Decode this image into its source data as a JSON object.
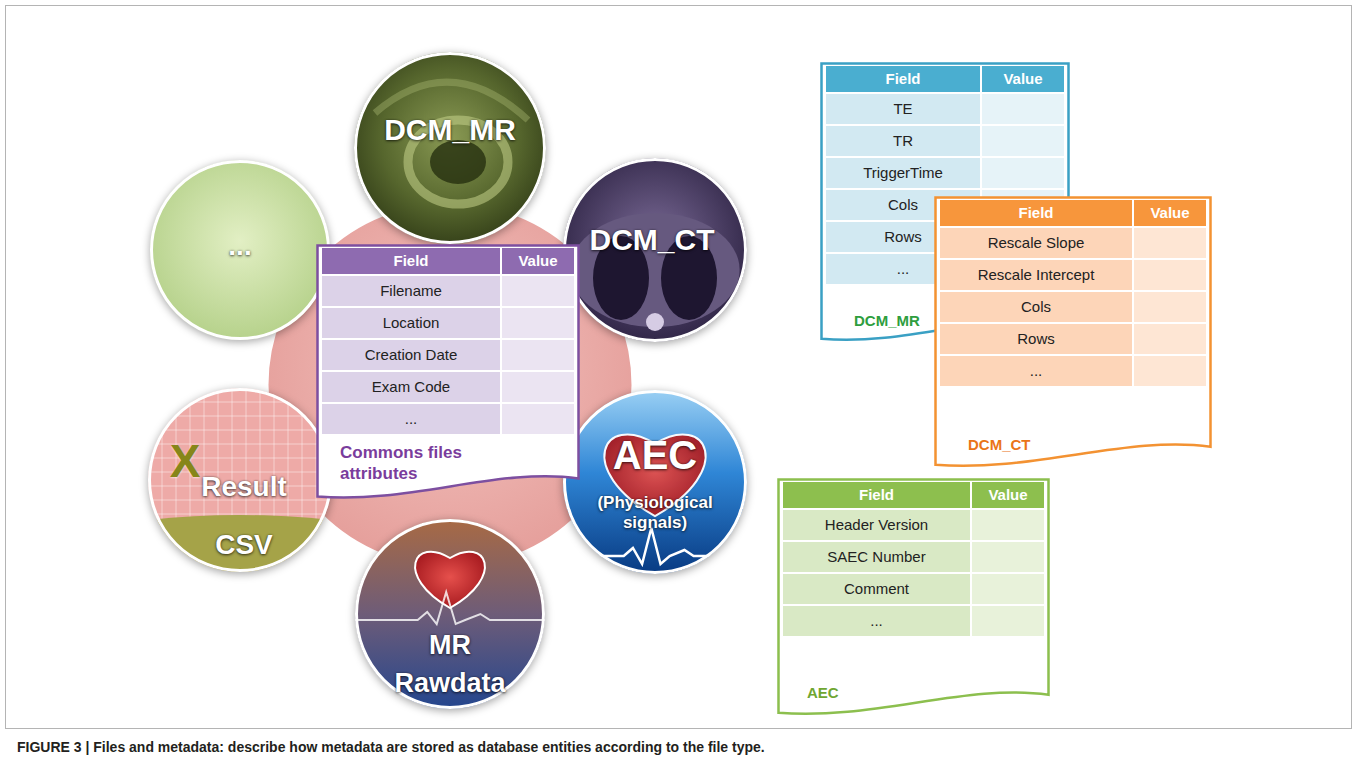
{
  "diagram": {
    "caption": "FIGURE 3 | Files and metadata: describe how metadata are stored as database entities according to the file type.",
    "nodes": [
      {
        "text": [
          "..."
        ]
      },
      {
        "text": [
          "DCM_MR"
        ]
      },
      {
        "text": [
          "DCM_CT"
        ]
      },
      {
        "text": [
          "AEC",
          "(Physiological signals)"
        ]
      },
      {
        "text": [
          "MR Rawdata"
        ]
      },
      {
        "text": [
          "X",
          "Result",
          "CSV"
        ]
      },
      {
        "text": [
          "Field",
          "Value",
          "Filename",
          "Location",
          "Creation Date",
          "Exam Code",
          "...",
          "Commons files attributes"
        ]
      },
      {
        "text": [
          "Field",
          "Value",
          "TE",
          "TR",
          "TriggerTime",
          "Cols",
          "Rows",
          "...",
          "DCM_MR"
        ]
      },
      {
        "text": [
          "Field",
          "Value",
          "Rescale Slope",
          "Rescale Intercept",
          "Cols",
          "Rows",
          "...",
          "DCM_CT"
        ]
      },
      {
        "text": [
          "Field",
          "Value",
          "Header Version",
          "SAEC Number",
          "Comment",
          "...",
          "AEC"
        ]
      }
    ]
  }
}
